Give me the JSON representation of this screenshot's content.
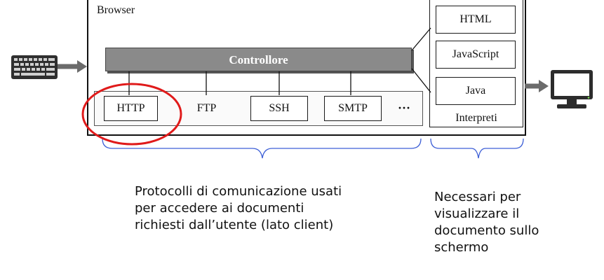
{
  "diagram": {
    "browser_label": "Browser",
    "controller_label": "Controllore",
    "protocols": [
      "HTTP",
      "FTP",
      "SSH",
      "SMTP"
    ],
    "protocols_more": "···",
    "interpreters": [
      "HTML",
      "JavaScript",
      "Java"
    ],
    "interpreters_label": "Interpreti",
    "captions": {
      "protocols": [
        "Protocolli di comunicazione usati",
        "per accedere ai documenti",
        "richiesti dall’utente (lato client)"
      ],
      "interpreters": [
        "Necessari per",
        "visualizzare il",
        "documento sullo",
        "schermo"
      ]
    },
    "highlight_color": "#e01a1a",
    "brace_color": "#3d5fd6"
  }
}
